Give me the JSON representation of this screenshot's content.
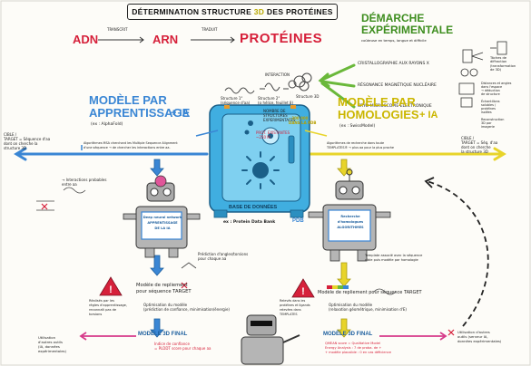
{
  "title": {
    "prefix": "DÉTERMINATION STRUCTURE",
    "accent": "3D",
    "suffix": "DES PROTÉINES"
  },
  "flow": {
    "adn": "ADN",
    "arn": "ARN",
    "proteines": "PROTÉINES",
    "transcrit": "TRANSCRIT",
    "traduit": "TRADUIT"
  },
  "structure": {
    "primaire": "Structure 1°\n(séquence d'aa)",
    "secondaire": "Structure 2°\n(α hélice, feuillet β)",
    "tertiaire": "Structure 3D",
    "interaction": "INTERACTION",
    "count_top": "NOMBRE DE\nSTRUCTURES\nEXPERIMENTALES",
    "count_value": "~200 000\nDANS LA PDB",
    "count_bottom": "PROT. EXISTANTES\n~250 M"
  },
  "demarche": {
    "title": "DÉMARCHE\nEXPÉRIMENTALE",
    "subtitle": "coûteuse en temps, longue et difficile",
    "methods": [
      "CRISTALLOGRAPHIE AUX RAYONS X",
      "RÉSONANCE MAGNÉTIQUE NUCLÉAIRE",
      "CRYO-MICROSCOPIE ÉLECTRONIQUE"
    ],
    "diffraction": "Tâches de\ndiffraction\n(transformation\nde 3D)",
    "right_notes": "Distances et angles\ndans l'espace\n→ déduction\nde structure\n\nÉchantillons\nsolubles /\nprotéines\nisolées\n\nReconstruction\n3D par\nimagerie"
  },
  "left_model": {
    "title": "MODÈLE PAR\nAPPRENTISSAGE",
    "ia": "+ IA",
    "ex": "(ex : AlphaFold)",
    "cible": "CIBLE /\nTARGET = Séquence d'aa\ndont on cherche la\nstructure 3D",
    "algo": "Algorithmes MSA cherchant les Multiple Sequence Alignment\nd'une séquence → de chercher les interactions entre aa.",
    "interactions": "→ Interactions probables\nentre aa",
    "robot_screen": "Deep neural network\nAPPRENTISSAGE\nDE LA IA",
    "angles": "Prédiction d'angles/torsions\npour chaque aa",
    "rules": "Réalisés par les\nrègles d'apprentissage,\nreconnaît pas de\ntorsions",
    "etapes": "Modèle de repliement\npour séquence TARGET",
    "optim": "Optimisation du modèle\n(prédiction de confiance, minimisation/énergie)",
    "final": "MODÈLE 3D FINAL",
    "final_note": "Indice de confiance\n= PLDDT score pour chaque aa",
    "utilisation": "Utilisation\nd'autres outils\n(IA, données\nexpérimentales)"
  },
  "right_model": {
    "title": "MODÈLE PAR\nHOMOLOGIES",
    "ia": "+ IA",
    "ex": "(ex : SwissModel)",
    "cible": "CIBLE /\nTARGET = Séq. d'aa\ndont on cherche\nla structure 3D",
    "algo": "Algorithmes de recherche dans toute\nTEMPLATES® → plus aa pour la plus proche",
    "robot_screen": "Recherche\nd'homologues\nALGORITHMES",
    "align": "Template associé avec la séquence\ncible puis modèle par homologie",
    "templates": "Relevés dans les\nprotéines et ligands\nrelevées dans\nTEMPLATES",
    "etapes": "Modèle de repliement pour séquence TARGET",
    "optim": "Optimisation du modèle\n(relaxation géométrique, minimisation d'E)",
    "final": "MODÈLE 3D FINAL",
    "final_note": "QMEAN score = Qualitative Model\nEnergy Analysis : 7 de proba. de +\n+ modèle plausible : 0 en cas déficience",
    "utilisation": "Utilisation d'autres\noutils (serveur IA,\ndonnées expérimentales)"
  },
  "database": {
    "label": "BASE DE DONNÉES",
    "ex": "ex : Protein Data Bank",
    "pdb": "PDB"
  },
  "colors": {
    "blue": "#3a86d4",
    "yellow": "#e8d42a",
    "green": "#6ab83a",
    "red": "#d6203a",
    "pink": "#e0559a",
    "safe_blue": "#40aee0",
    "safe_dark": "#2b8fc0"
  }
}
